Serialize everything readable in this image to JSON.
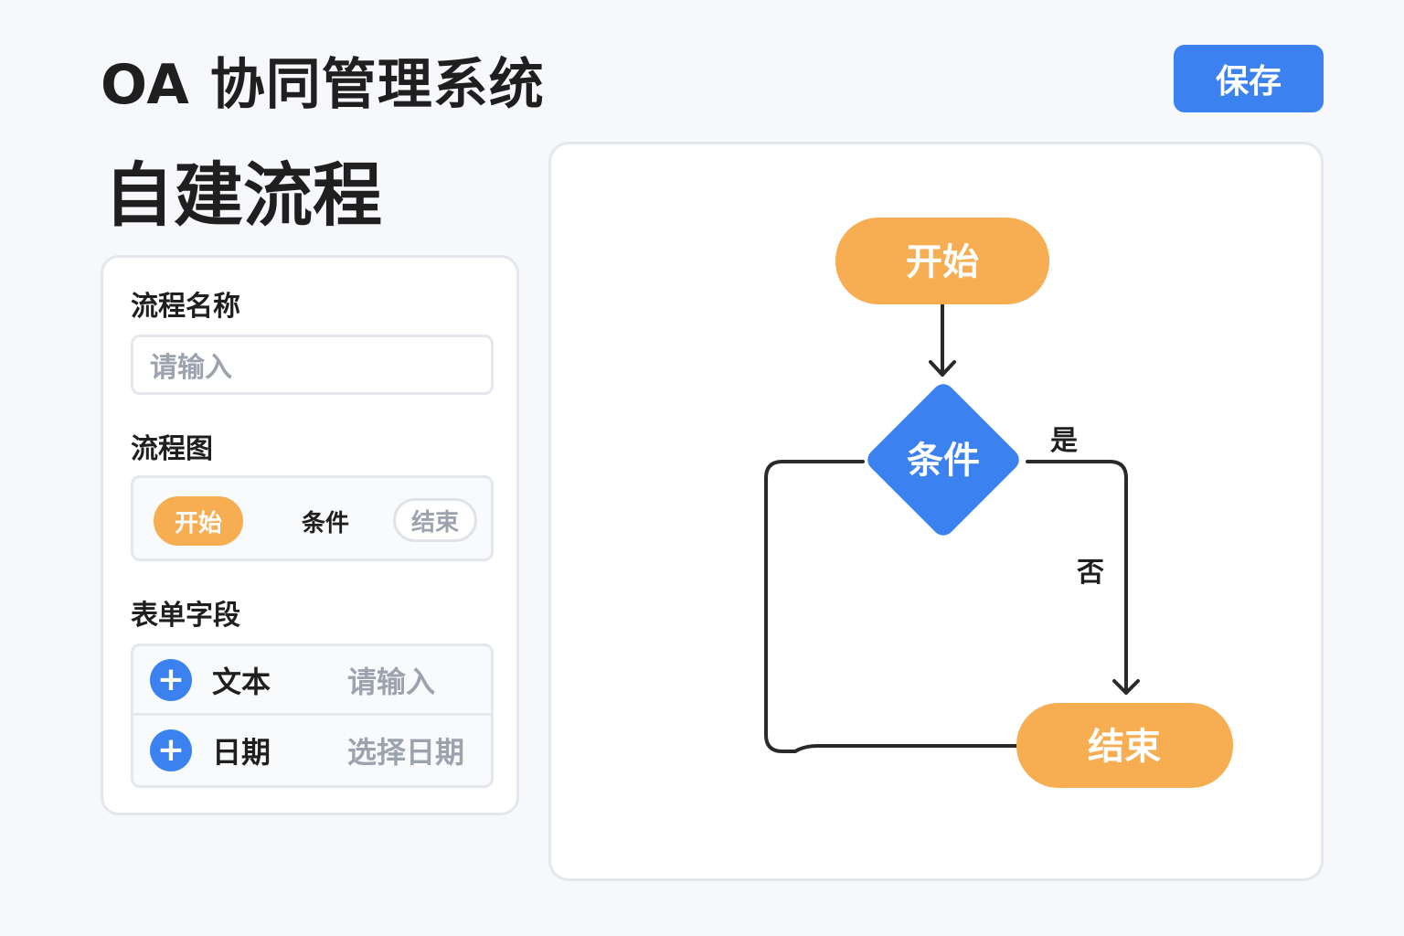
{
  "header": {
    "title": "OA 协同管理系统",
    "save_label": "保存"
  },
  "page": {
    "subtitle": "自建流程"
  },
  "form": {
    "name_label": "流程名称",
    "name_placeholder": "请输入",
    "flow_label": "流程图",
    "flow_nodes": [
      "开始",
      "条件",
      "结束"
    ],
    "fields_label": "表单字段",
    "fields": [
      {
        "name": "文本",
        "placeholder": "请输入"
      },
      {
        "name": "日期",
        "placeholder": "选择日期"
      }
    ]
  },
  "diagram": {
    "start": "开始",
    "condition": "条件",
    "end": "结束",
    "yes": "是",
    "no": "否"
  },
  "colors": {
    "accent": "#3b82f0",
    "node": "#f7ad52"
  }
}
